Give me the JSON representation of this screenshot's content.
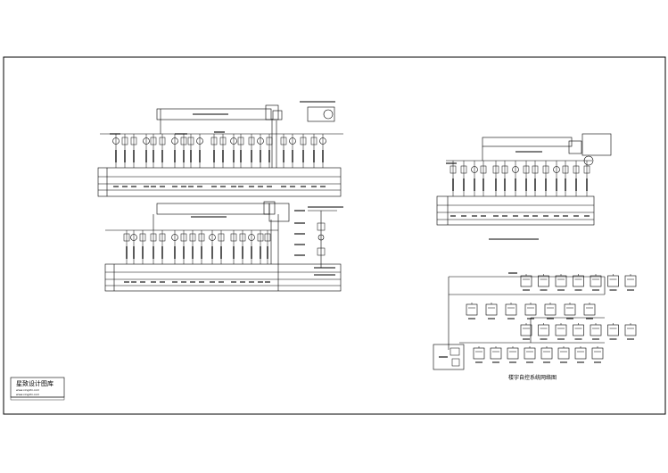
{
  "diagram": {
    "type": "cad-electrical-control-schematic-sheet",
    "line_color": "#000000",
    "background": "#ffffff"
  },
  "schematic_a": {
    "table_row_labels": [
      "",
      "",
      ""
    ]
  },
  "schematic_b": {
    "table_row_labels": [
      "",
      "",
      ""
    ]
  },
  "schematic_c": {
    "table_row_labels": [
      "",
      "",
      ""
    ]
  },
  "network_diagram": {
    "caption": "楼宇自控系统网络图",
    "controller_rows": [
      7,
      7,
      7,
      8
    ]
  },
  "title_stamp": {
    "name": "星致设计图库",
    "line2": "www.xingzhi.com",
    "line3": "www.xingzhi.com",
    "line4": ""
  }
}
